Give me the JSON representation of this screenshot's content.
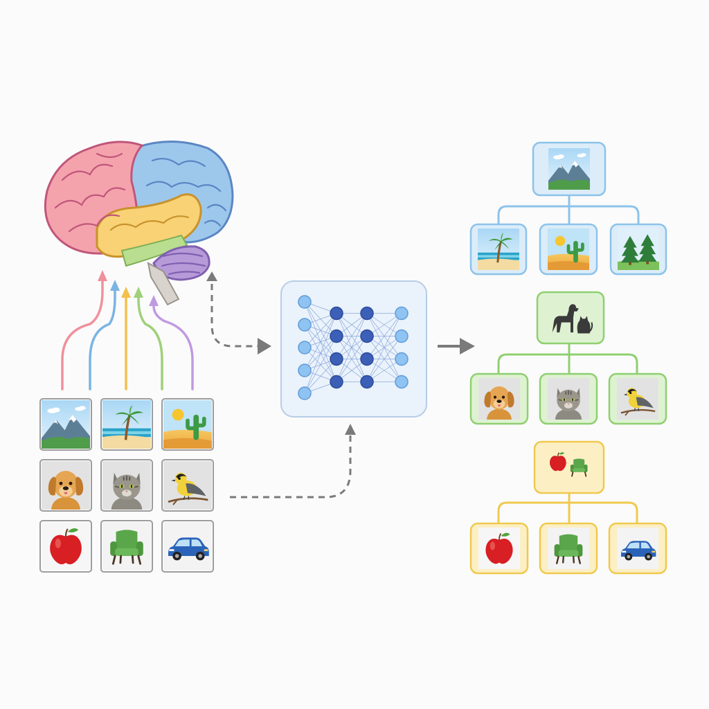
{
  "colors": {
    "background": "#fbfbfb",
    "brain_frontal": "#f4a3ad",
    "brain_parietal": "#9dc8ec",
    "brain_temporal": "#f8d275",
    "brain_band": "#b9de8f",
    "brain_cerebellum": "#b79ad8",
    "arrow_pink": "#f0909c",
    "arrow_blue": "#79b4e4",
    "arrow_yellow": "#f3c04e",
    "arrow_green": "#9fd07a",
    "arrow_purple": "#c09ae0",
    "connector_gray": "#7a7a7a",
    "network_node_light": "#8fc3f2",
    "network_node_dark": "#3c5fb8",
    "network_panel": "#eaf2fb",
    "tree_blue": "#8cc3ea",
    "tree_green": "#8fcf70",
    "tree_yellow": "#f0c94e"
  },
  "input_grid": [
    [
      "mountain-icon",
      "palm-beach-icon",
      "desert-cactus-icon"
    ],
    [
      "dog-icon",
      "cat-icon",
      "bird-icon"
    ],
    [
      "apple-icon",
      "armchair-icon",
      "car-icon"
    ]
  ],
  "hierarchies": [
    {
      "name": "scenes",
      "parent": "mountain-icon",
      "children": [
        "palm-beach-icon",
        "desert-cactus-icon",
        "pine-forest-icon"
      ]
    },
    {
      "name": "animals",
      "parent": "dog-cat-silhouette-icon",
      "children": [
        "dog-icon",
        "cat-icon",
        "bird-icon"
      ]
    },
    {
      "name": "objects",
      "parent": "apple-chair-icon",
      "children": [
        "apple-icon",
        "armchair-icon",
        "car-icon"
      ]
    }
  ],
  "network": {
    "layers": [
      5,
      4,
      4,
      4
    ]
  }
}
